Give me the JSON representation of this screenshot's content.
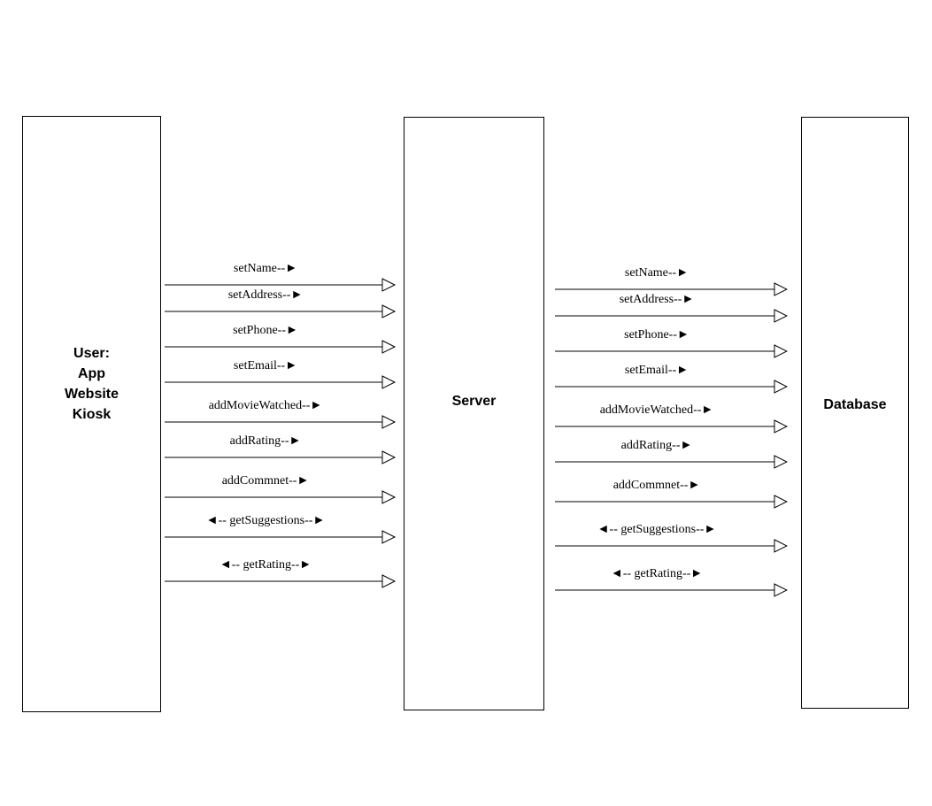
{
  "diagram": {
    "participants": [
      {
        "id": "user",
        "lines": [
          "User:",
          "App",
          "Website",
          "Kiosk"
        ]
      },
      {
        "id": "server",
        "lines": [
          "Server"
        ]
      },
      {
        "id": "database",
        "lines": [
          "Database"
        ]
      }
    ],
    "links": [
      {
        "from": "user",
        "to": "server",
        "messages": [
          "setName--►",
          "setAddress--►",
          "setPhone--►",
          "setEmail--►",
          "addMovieWatched--►",
          "addRating--►",
          "addCommnet--►",
          "◄-- getSuggestions--►",
          "◄-- getRating--►"
        ]
      },
      {
        "from": "server",
        "to": "database",
        "messages": [
          "setName--►",
          "setAddress--►",
          "setPhone--►",
          "setEmail--►",
          "addMovieWatched--►",
          "addRating--►",
          "addCommnet--►",
          "◄-- getSuggestions--►",
          "◄-- getRating--►"
        ]
      }
    ],
    "colors": {
      "stroke": "#000000",
      "background": "#ffffff"
    }
  }
}
